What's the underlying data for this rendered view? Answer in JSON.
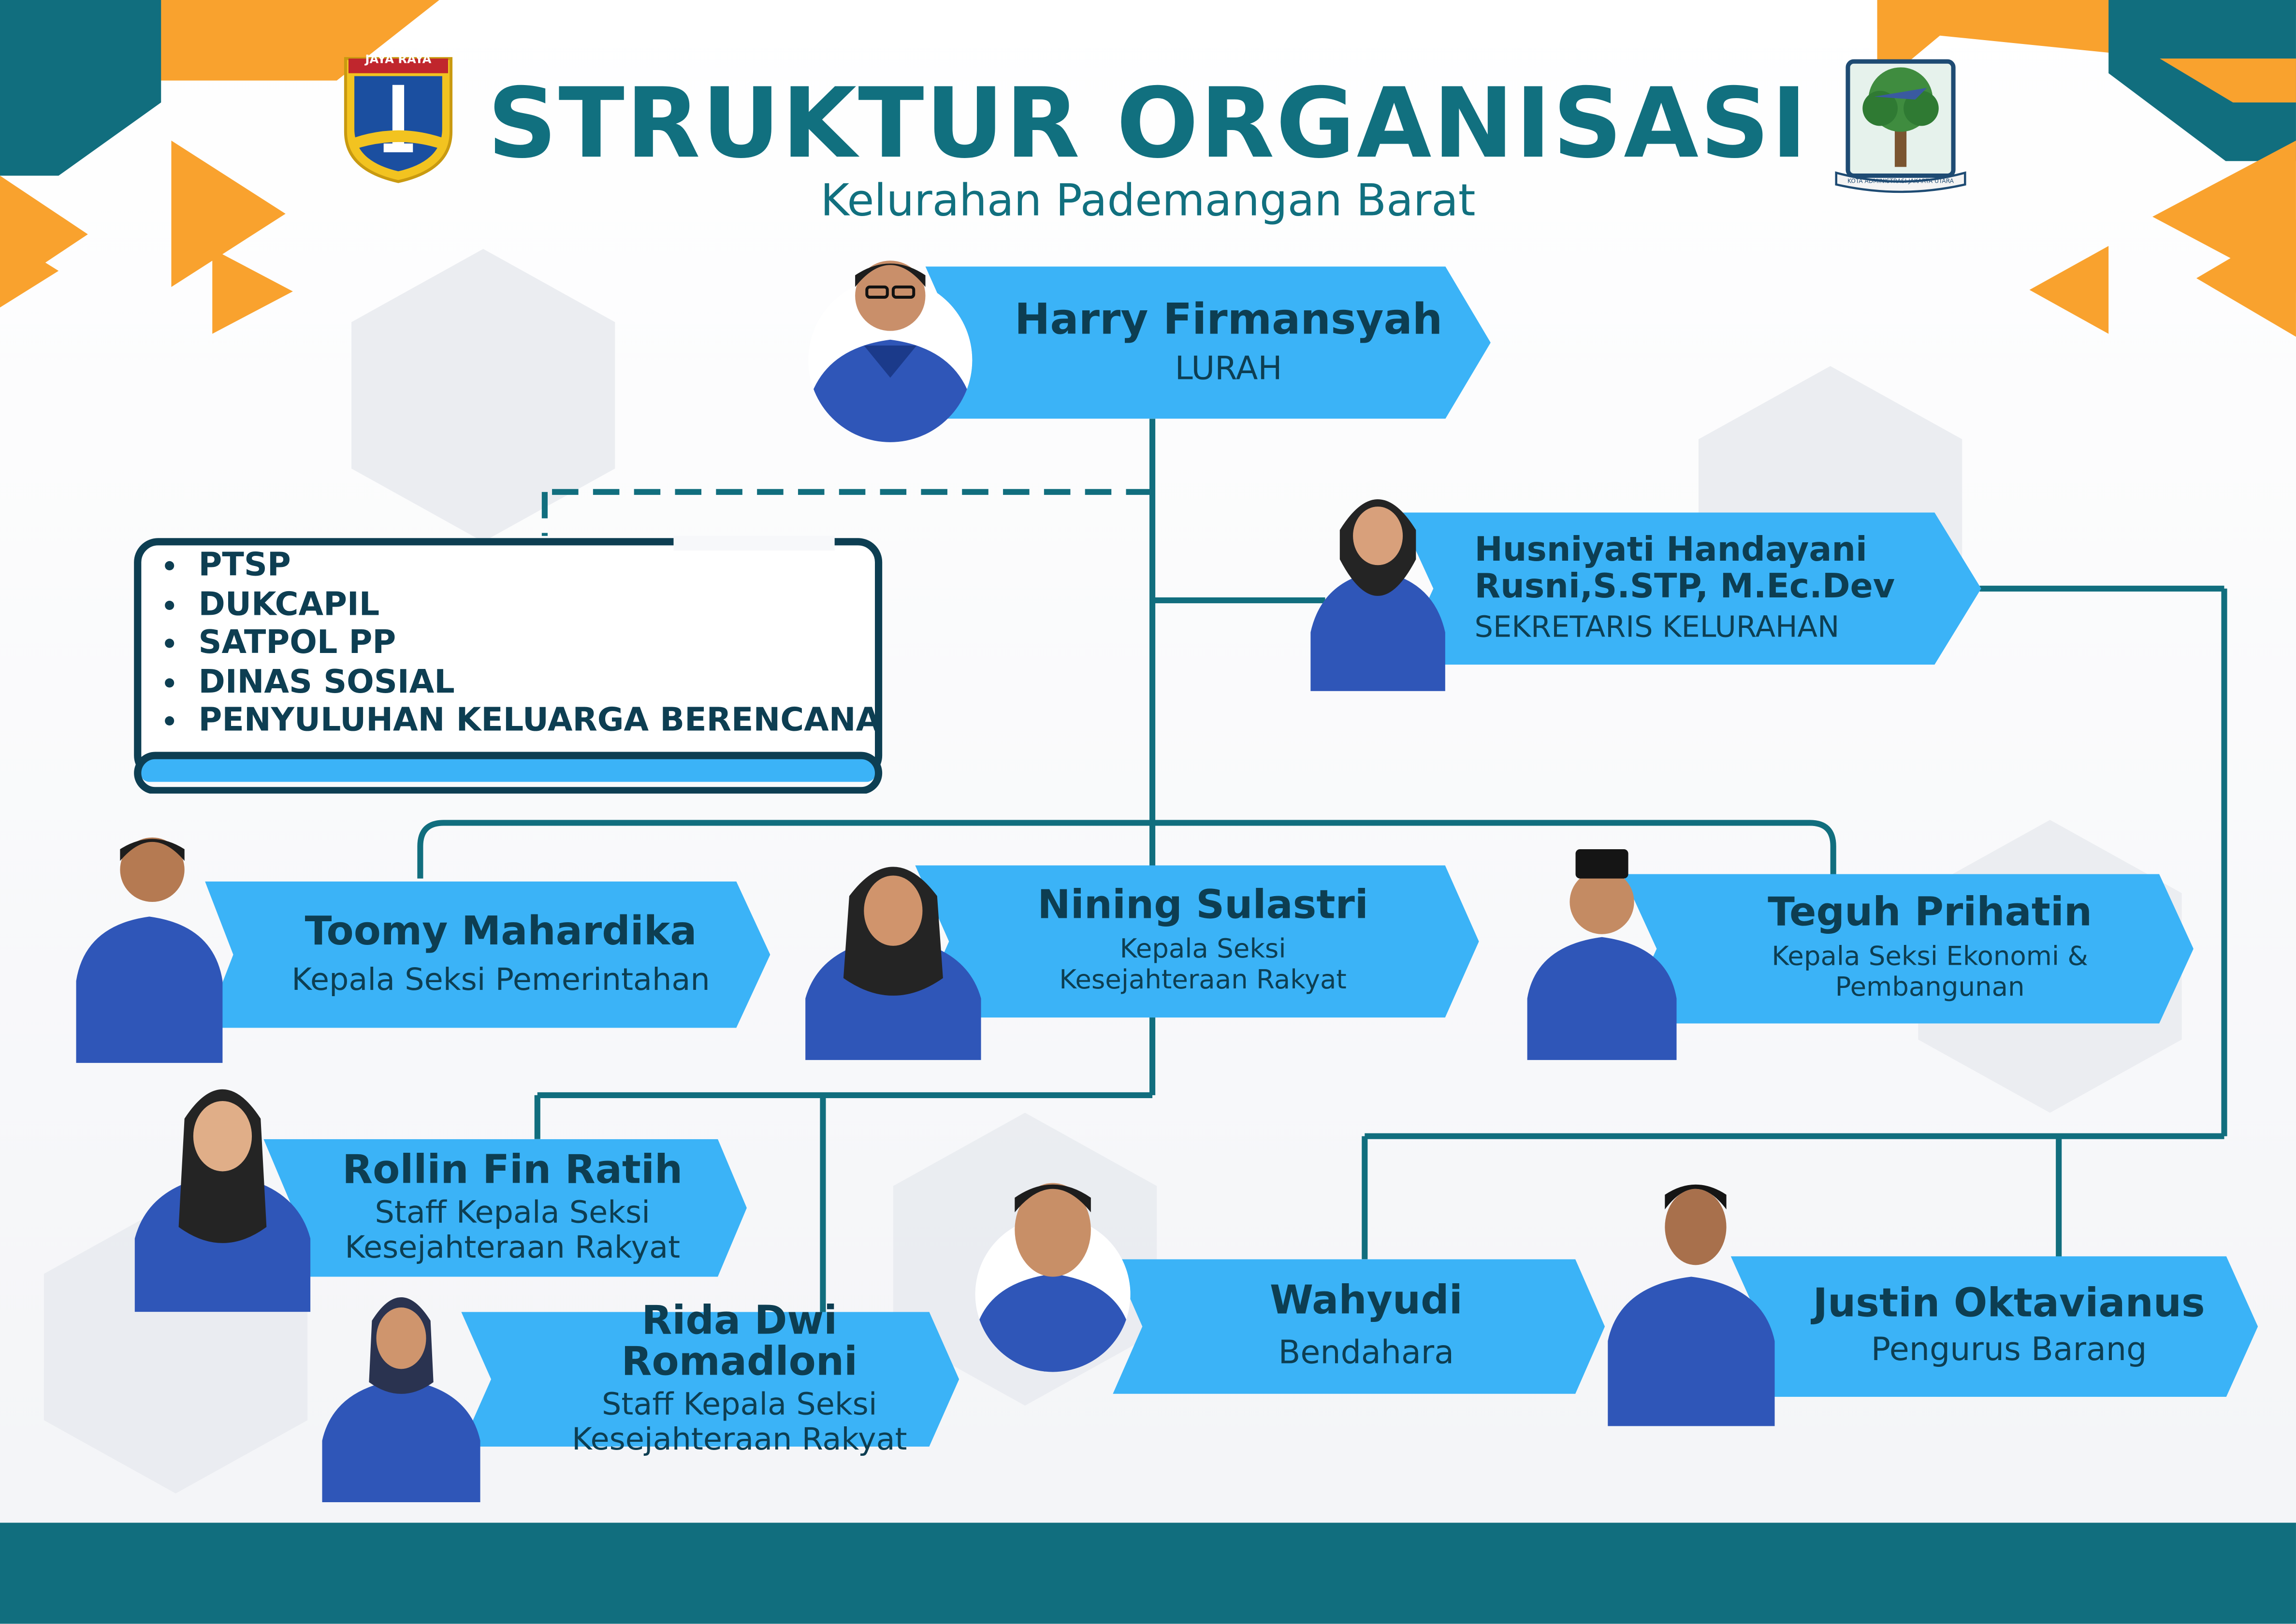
{
  "header": {
    "title": "STRUKTUR ORGANISASI",
    "subtitle": "Kelurahan Pademangan Barat",
    "left_logo_text": "JAYA RAYA",
    "right_logo_text": "KOTA ADMINISTRASI JAKARTA UTARA"
  },
  "colors": {
    "teal": "#116e7e",
    "orange": "#f9a22e",
    "card_blue": "#3bb3f7",
    "text_dark": "#0d3e52",
    "uniform_blue": "#2f56b8"
  },
  "lurah": {
    "name": "Harry Firmansyah",
    "role": "LURAH"
  },
  "sekretaris": {
    "name_line1": "Husniyati Handayani",
    "name_line2": "Rusni,S.STP, M.Ec.Dev",
    "role": "SEKRETARIS KELURAHAN"
  },
  "units": {
    "items": [
      "PTSP",
      "DUKCAPIL",
      "SATPOL PP",
      "DINAS SOSIAL",
      "PENYULUHAN KELUARGA BERENCANA"
    ]
  },
  "seksi_pemerintahan": {
    "name": "Toomy Mahardika",
    "role": "Kepala Seksi Pemerintahan"
  },
  "seksi_kesra": {
    "name": "Nining Sulastri",
    "role_line1": "Kepala Seksi",
    "role_line2": "Kesejahteraan Rakyat"
  },
  "seksi_ekbang": {
    "name": "Teguh Prihatin",
    "role_line1": "Kepala Seksi Ekonomi &",
    "role_line2": "Pembangunan"
  },
  "staff_kesra_1": {
    "name": "Rollin Fin Ratih",
    "role_line1": "Staff Kepala Seksi",
    "role_line2": "Kesejahteraan Rakyat"
  },
  "staff_kesra_2": {
    "name": "Rida Dwi Romadloni",
    "role_line1": "Staff Kepala Seksi",
    "role_line2": "Kesejahteraan Rakyat"
  },
  "bendahara": {
    "name": "Wahyudi",
    "role": "Bendahara"
  },
  "pengurus_barang": {
    "name": "Justin Oktavianus",
    "role": "Pengurus Barang"
  }
}
